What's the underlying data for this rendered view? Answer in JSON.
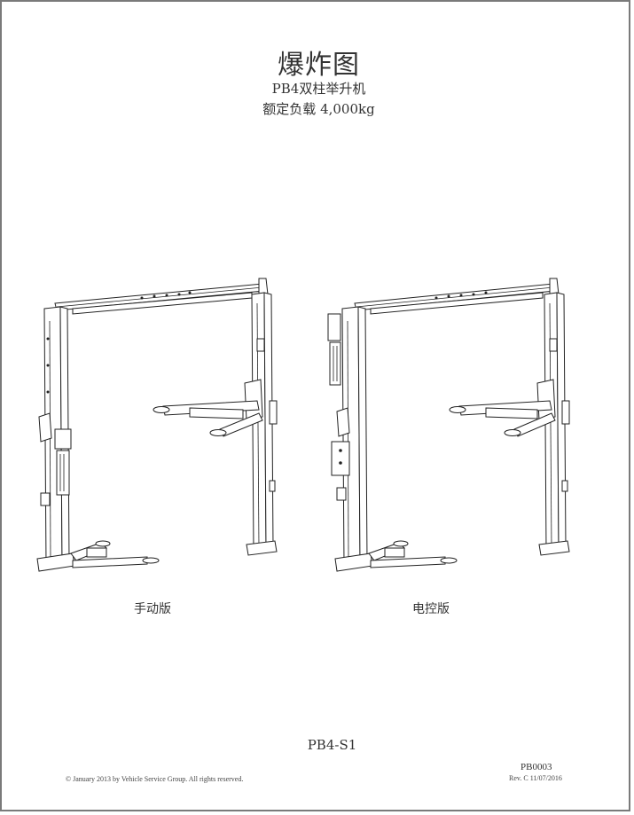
{
  "header": {
    "title": "爆炸图",
    "subtitle": "PB4双柱举升机",
    "rated_load": "额定负载 4,000kg"
  },
  "figures": [
    {
      "caption": "手动版"
    },
    {
      "caption": "电控版"
    }
  ],
  "footer": {
    "document_code": "PB4-S1",
    "copyright": "© January 2013 by Vehicle Service Group.  All rights reserved.",
    "part_number": "PB0003",
    "revision": "Rev.  C    11/07/2016"
  }
}
